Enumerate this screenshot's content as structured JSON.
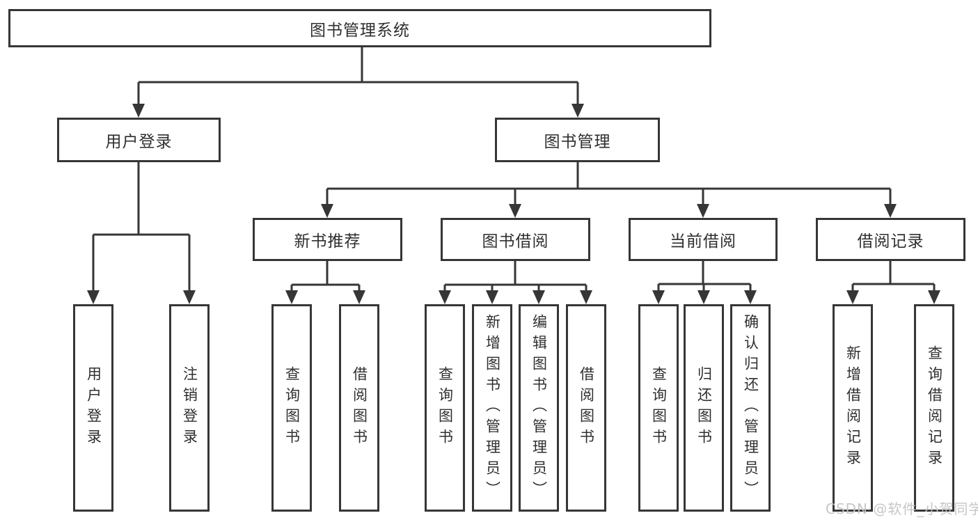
{
  "diagram": {
    "watermark": "CSDN @软件_小贺同学",
    "colors": {
      "line": "#363636",
      "text": "#2f2f2f",
      "background": "#ffffff",
      "watermark": "#c3c3c3"
    },
    "nodes": {
      "root": {
        "label": "图书管理系统"
      },
      "user_login": {
        "label": "用户登录"
      },
      "book_management": {
        "label": "图书管理"
      },
      "new_book_recommend": {
        "label": "新书推荐"
      },
      "book_borrow": {
        "label": "图书借阅"
      },
      "current_borrow": {
        "label": "当前借阅"
      },
      "borrow_records": {
        "label": "借阅记录"
      },
      "leaf_user_login": {
        "label": "用户登录"
      },
      "leaf_logout": {
        "label": "注销登录"
      },
      "leaf_query_book_recommend": {
        "label": "查询图书"
      },
      "leaf_borrow_book_recommend": {
        "label": "借阅图书"
      },
      "leaf_query_book_borrow": {
        "label": "查询图书"
      },
      "leaf_add_book_admin": {
        "label": "新增图书（管理员）"
      },
      "leaf_edit_book_admin": {
        "label": "编辑图书（管理员）"
      },
      "leaf_borrow_book": {
        "label": "借阅图书"
      },
      "leaf_query_book_current": {
        "label": "查询图书"
      },
      "leaf_return_book": {
        "label": "归还图书"
      },
      "leaf_confirm_return_admin": {
        "label": "确认归还（管理员）"
      },
      "leaf_add_borrow_record": {
        "label": "新增借阅记录"
      },
      "leaf_query_borrow_record": {
        "label": "查询借阅记录"
      }
    }
  }
}
